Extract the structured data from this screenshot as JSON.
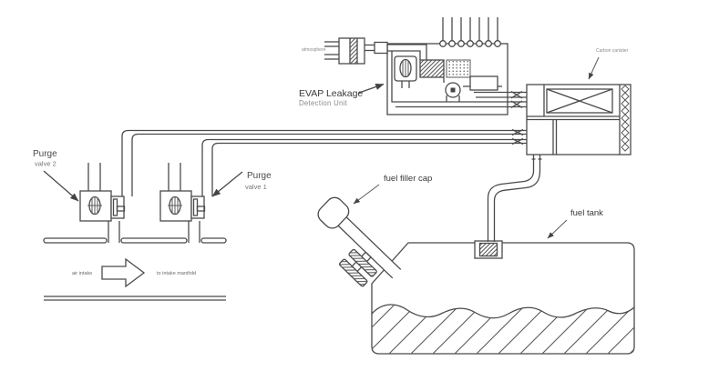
{
  "labels": {
    "atmosphere": "atmosphere",
    "evap_leakage_line1": "EVAP Leakage",
    "evap_leakage_line2": "Detection Unit",
    "carbon_canister": "Carbon canister",
    "purge_valve_2_line1": "Purge",
    "purge_valve_2_line2": "valve 2",
    "purge_valve_1_line1": "Purge",
    "purge_valve_1_line2": "valve 1",
    "fuel_filler_cap": "fuel filler cap",
    "fuel_tank": "fuel tank",
    "air_intake": "air intake",
    "to_intake_manifold": "to intake manifold"
  },
  "colors": {
    "line": "#4a4a4a",
    "text_dark": "#383838",
    "text_medium": "#6a6a6a",
    "text_light": "#8a8a8a",
    "background": "#ffffff"
  }
}
